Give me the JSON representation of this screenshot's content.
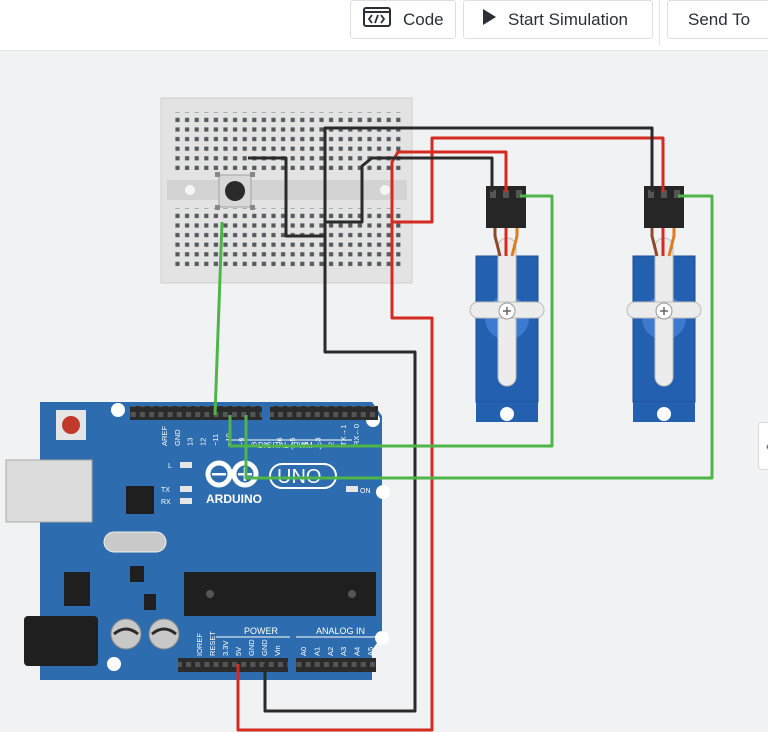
{
  "toolbar": {
    "code_label": "Code",
    "code_icon": "code-editor-icon",
    "start_label": "Start Simulation",
    "start_icon": "play-icon",
    "send_label": "Send To"
  },
  "arduino": {
    "brand": "ARDUINO",
    "model": "UNO",
    "on_label": "ON",
    "l_label": "L",
    "tx_label": "TX",
    "rx_label": "RX",
    "digital_label": "DIGITAL (PWM ~)",
    "power_label": "POWER",
    "analog_label": "ANALOG IN",
    "top_pins": [
      "AREF",
      "GND",
      "13",
      "12",
      "~11",
      "~10",
      "~9",
      "8",
      "7",
      "~6",
      "~5",
      "4",
      "~3",
      "2",
      "TX→1",
      "RX←0"
    ],
    "power_pins": [
      "IOREF",
      "RESET",
      "3.3V",
      "5V",
      "GND",
      "GND",
      "Vin"
    ],
    "analog_pins": [
      "A0",
      "A1",
      "A2",
      "A3",
      "A4",
      "A5"
    ]
  },
  "colors": {
    "board": "#2d6cae",
    "wire_red": "#d42a20",
    "wire_black": "#2a2a2a",
    "wire_green": "#4fb548",
    "servo": "#2360b0"
  }
}
